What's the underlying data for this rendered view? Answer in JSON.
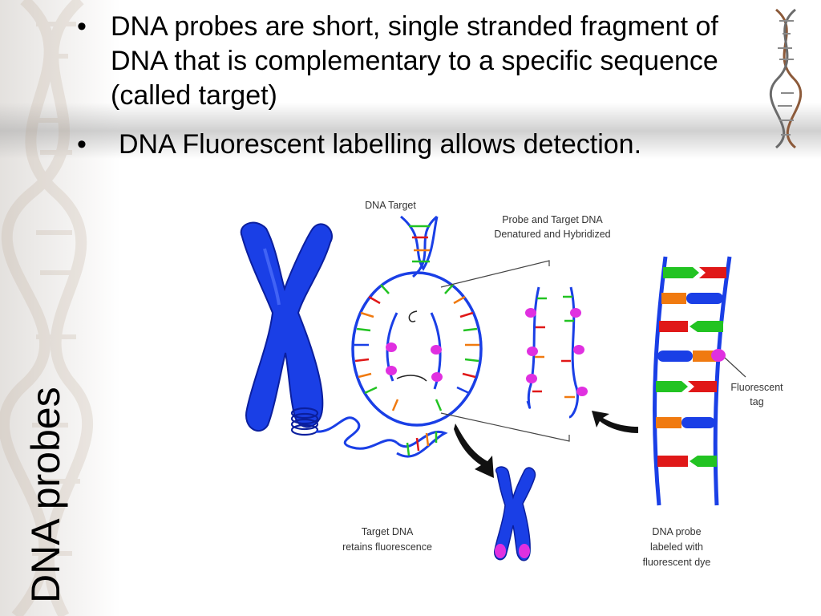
{
  "slide": {
    "title": "DNA probes",
    "bullets": [
      {
        "marker": "•",
        "text": "DNA probes are short, single stranded fragment of DNA that is complementary to a specific sequence (called target)"
      },
      {
        "marker": "•",
        "text": "DNA Fluorescent labelling allows detection."
      }
    ]
  },
  "figure": {
    "labels": {
      "dna_target": "DNA Target",
      "probe_target_line1": "Probe and Target DNA",
      "probe_target_line2": "Denatured and Hybridized",
      "fluorescent_line1": "Fluorescent",
      "fluorescent_line2": "tag",
      "target_retains_line1": "Target DNA",
      "target_retains_line2": "retains fluorescence",
      "probe_labeled_line1": "DNA probe",
      "probe_labeled_line2": "labeled with",
      "probe_labeled_line3": "fluorescent dye"
    }
  },
  "colors": {
    "dna_blue": "#1a3fe6",
    "fluor_magenta": "#e030e0",
    "base_green": "#22c322",
    "base_orange": "#f07a10",
    "base_red": "#e01818"
  }
}
